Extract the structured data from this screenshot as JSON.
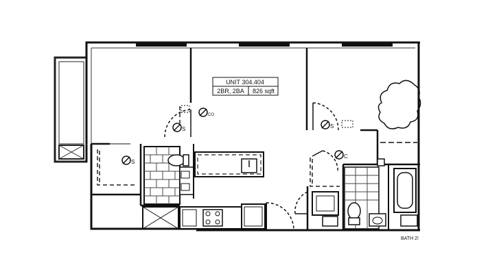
{
  "unit_box": {
    "name": "UNIT 304.404",
    "type": "2BR, 2BA",
    "area": "826 sqft"
  },
  "symbols": {
    "smoke_detector": "S",
    "co_detector": "C",
    "co_detector_small": "CO"
  },
  "bottom_label": "BATH 2!"
}
